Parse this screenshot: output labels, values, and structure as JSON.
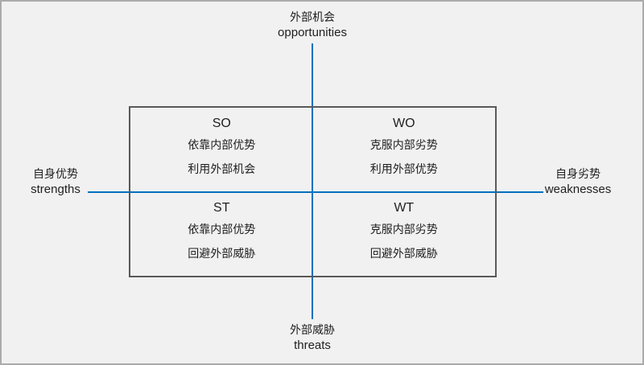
{
  "diagram": {
    "type": "swot-matrix",
    "colors": {
      "axis_blue": "#0070C0",
      "box_border": "#595959",
      "background": "#F1F1F2",
      "outer_border": "#ABABAB",
      "text": "#1F1F1F"
    },
    "axes": {
      "top": {
        "zh": "外部机会",
        "en": "opportunities"
      },
      "bottom": {
        "zh": "外部威胁",
        "en": "threats"
      },
      "left": {
        "zh": "自身优势",
        "en": "strengths"
      },
      "right": {
        "zh": "自身劣势",
        "en": "weaknesses"
      }
    },
    "quadrants": [
      {
        "title": "SO",
        "lines": [
          "依靠内部优势",
          "利用外部机会"
        ]
      },
      {
        "title": "WO",
        "lines": [
          "克服内部劣势",
          "利用外部优势"
        ]
      },
      {
        "title": "ST",
        "lines": [
          "依靠内部优势",
          "回避外部威胁"
        ]
      },
      {
        "title": "WT",
        "lines": [
          "克服内部劣势",
          "回避外部威胁"
        ]
      }
    ]
  }
}
